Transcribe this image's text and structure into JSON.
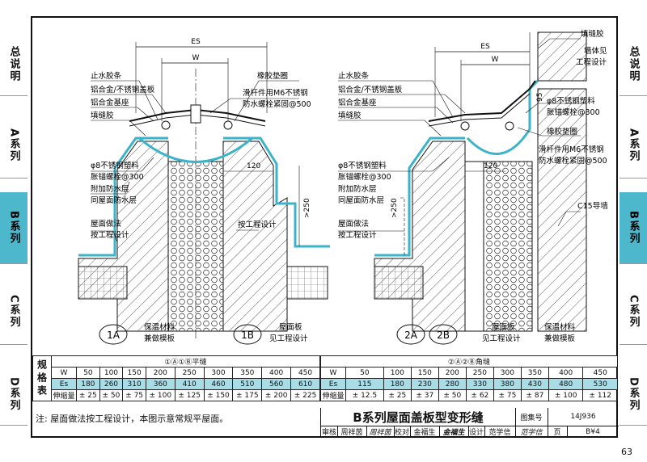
{
  "side_tabs": [
    {
      "label": "总说明",
      "active": false
    },
    {
      "label": "A系列",
      "active": false
    },
    {
      "label": "B系列",
      "active": true
    },
    {
      "label": "C系列",
      "active": false
    },
    {
      "label": "D系列",
      "active": false
    }
  ],
  "left_drawing": {
    "dim_es": "ES",
    "dim_w": "W",
    "labels": {
      "water_stop": "止水胶条",
      "cover_plate": "铝合金/不锈钢盖板",
      "base": "铝合金基座",
      "sealant": "填缝胶",
      "rubber_pad": "橡胶垫圈",
      "slide_bolt_1": "滑杆件用M6不锈钢",
      "slide_bolt_2": "防水螺栓紧固@500",
      "anchor_1": "φ8不锈钢塑料",
      "anchor_2": "胀锚螺栓@300",
      "extra_wp": "附加防水层",
      "same_wp": "同屋面防水层",
      "roof_method_1": "屋面做法",
      "roof_method_2": "按工程设计",
      "dim_120": "120",
      "dim_250": ">250",
      "per_design": "按工程设计",
      "insulation_1": "保温材料",
      "insulation_2": "兼做模板",
      "roof_slab_1": "屋面板",
      "roof_slab_2": "见工程设计",
      "tag_1a": "1A",
      "tag_1b": "1B"
    }
  },
  "right_drawing": {
    "dim_es": "ES",
    "dim_w": "W",
    "labels": {
      "water_stop": "止水胶条",
      "cover_plate": "铝合金/不锈钢盖板",
      "base": "铝合金基座",
      "sealant": "填缝胶",
      "anchor_1": "φ8不锈钢塑料",
      "anchor_2": "胀锚螺栓@300",
      "extra_wp": "附加防水层",
      "same_wp": "同屋面防水层",
      "roof_method_1": "屋面做法",
      "roof_method_2": "按工程设计",
      "dim_120": "120",
      "dim_250": ">250",
      "dim_95": "95",
      "fill_sealant": "填缝胶",
      "wall_1": "墙体见",
      "wall_2": "工程设计",
      "anchor_r1": "φ8不锈钢塑料",
      "anchor_r2": "胀锚螺栓@300",
      "rubber_pad": "橡胶垫圈",
      "slide_bolt_1": "滑杆件用M6不锈钢",
      "slide_bolt_2": "防水螺栓紧固@500",
      "c15": "C15导墙",
      "roof_slab_1": "屋面板",
      "roof_slab_2": "见工程设计",
      "insulation_1": "保温材料",
      "insulation_2": "兼做模板",
      "tag_2a": "2A",
      "tag_2b": "2B"
    }
  },
  "spec_table": {
    "label": "规格表",
    "left": {
      "header": "①Ⓐ①Ⓑ平缝",
      "row_labels": [
        "W",
        "Es",
        "伸缩量"
      ],
      "w": [
        "50",
        "100",
        "150",
        "200",
        "250",
        "300",
        "350",
        "400",
        "450"
      ],
      "es": [
        "180",
        "260",
        "310",
        "360",
        "410",
        "460",
        "510",
        "560",
        "610"
      ],
      "expansion": [
        "± 25",
        "± 50",
        "± 75",
        "± 100",
        "± 125",
        "± 150",
        "± 175",
        "± 200",
        "± 225"
      ]
    },
    "right": {
      "header": "②Ⓐ②Ⓑ角缝",
      "row_labels": [
        "W",
        "Es",
        "伸缩量"
      ],
      "w": [
        "50",
        "100",
        "150",
        "200",
        "250",
        "300",
        "350",
        "400",
        "450"
      ],
      "es": [
        "115",
        "180",
        "230",
        "280",
        "330",
        "380",
        "430",
        "480",
        "530"
      ],
      "expansion": [
        "± 12.5",
        "± 25",
        "± 37",
        "± 50",
        "± 62",
        "± 75",
        "± 87",
        "± 100",
        "± 112"
      ]
    }
  },
  "note": "注: 屋面做法按工程设计，本图示意常规平屋面。",
  "title_block": {
    "title": "B系列屋面盖板型变形缝",
    "atlas_label": "图集号",
    "atlas_no": "14J936",
    "review": "审核",
    "reviewer": "周祥茵",
    "reviewer_sig": "周祥茵",
    "check": "校对",
    "checker": "金福生",
    "checker_sig": "金福生",
    "design": "设计",
    "designer": "范学信",
    "designer_sig": "范学信",
    "page_label": "页",
    "page_code": "B¥4"
  },
  "page_number": "63"
}
